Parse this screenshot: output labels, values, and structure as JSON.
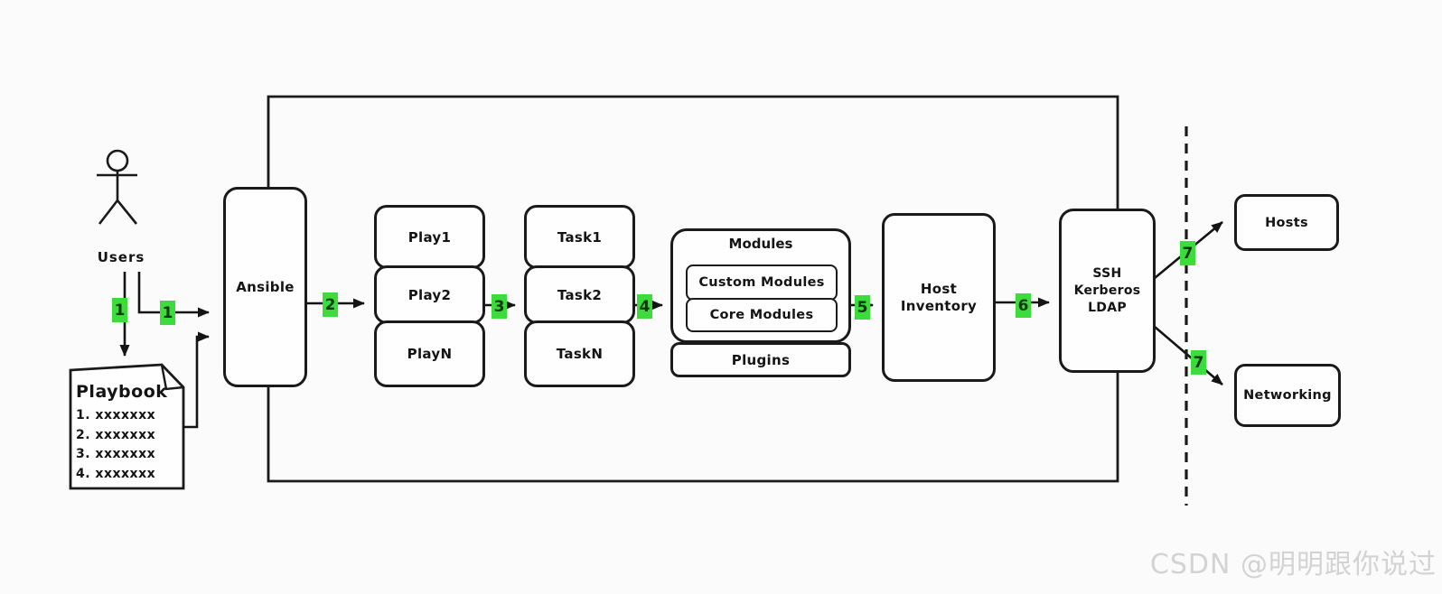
{
  "actor": {
    "label": "Users"
  },
  "playbook": {
    "title": "Playbook",
    "lines": [
      "1. xxxxxxx",
      "2. xxxxxxx",
      "3. xxxxxxx",
      "4. xxxxxxx"
    ]
  },
  "nodes": {
    "ansible": "Ansible",
    "plays": [
      "Play1",
      "Play2",
      "PlayN"
    ],
    "tasks": [
      "Task1",
      "Task2",
      "TaskN"
    ],
    "modules_title": "Modules",
    "custom_modules": "Custom Modules",
    "core_modules": "Core Modules",
    "plugins": "Plugins",
    "host_inventory": "Host\nInventory",
    "ssh_gateway": "SSH\nKerberos\nLDAP",
    "hosts": "Hosts",
    "networking": "Networking"
  },
  "badges": {
    "step1_user": "1",
    "step1_playbook": "1",
    "step2": "2",
    "step3": "3",
    "step4": "4",
    "step5": "5",
    "step6": "6",
    "step7_hosts": "7",
    "step7_networking": "7"
  },
  "colors": {
    "badge_green": "#3cdc3c",
    "line_black": "#1a1a1a",
    "watermark_gray": "#d3d3d3"
  },
  "watermark": "CSDN @明明跟你说过"
}
